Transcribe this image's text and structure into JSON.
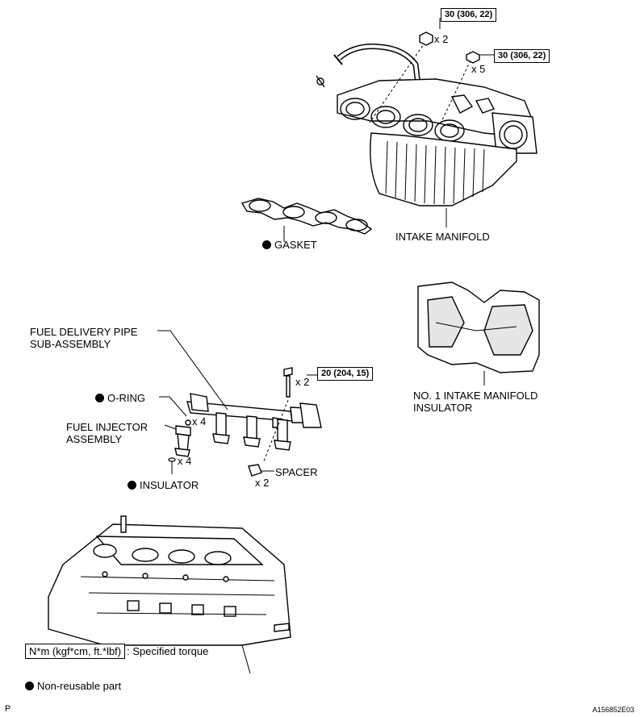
{
  "torques": {
    "nut_upper": "30 (306, 22)",
    "bolt_upper": "30 (306, 22)",
    "bolt_pipe": "20 (204, 15)"
  },
  "quantities": {
    "nut_upper": "x 2",
    "bolt_upper": "x 5",
    "bolt_pipe": "x 2",
    "o_ring": "x 4",
    "insulator": "x 4",
    "spacer": "x 2"
  },
  "labels": {
    "gasket": "GASKET",
    "intake_manifold": "INTAKE MANIFOLD",
    "fuel_delivery_pipe_line1": "FUEL DELIVERY PIPE",
    "fuel_delivery_pipe_line2": "SUB-ASSEMBLY",
    "o_ring": "O-RING",
    "fuel_injector_line1": "FUEL INJECTOR",
    "fuel_injector_line2": "ASSEMBLY",
    "insulator": "INSULATOR",
    "spacer": "SPACER",
    "no1_insulator_line1": "NO. 1 INTAKE MANIFOLD",
    "no1_insulator_line2": "INSULATOR"
  },
  "legend": {
    "torque_key": "N*m (kgf*cm, ft.*lbf)",
    "torque_text": ": Specified torque",
    "non_reusable": "Non-reusable part"
  },
  "footer": {
    "left_code": "P",
    "figure_id": "A156852E03"
  },
  "colors": {
    "ink": "#000000",
    "paper": "#ffffff",
    "shade": "#d9d9d9"
  }
}
